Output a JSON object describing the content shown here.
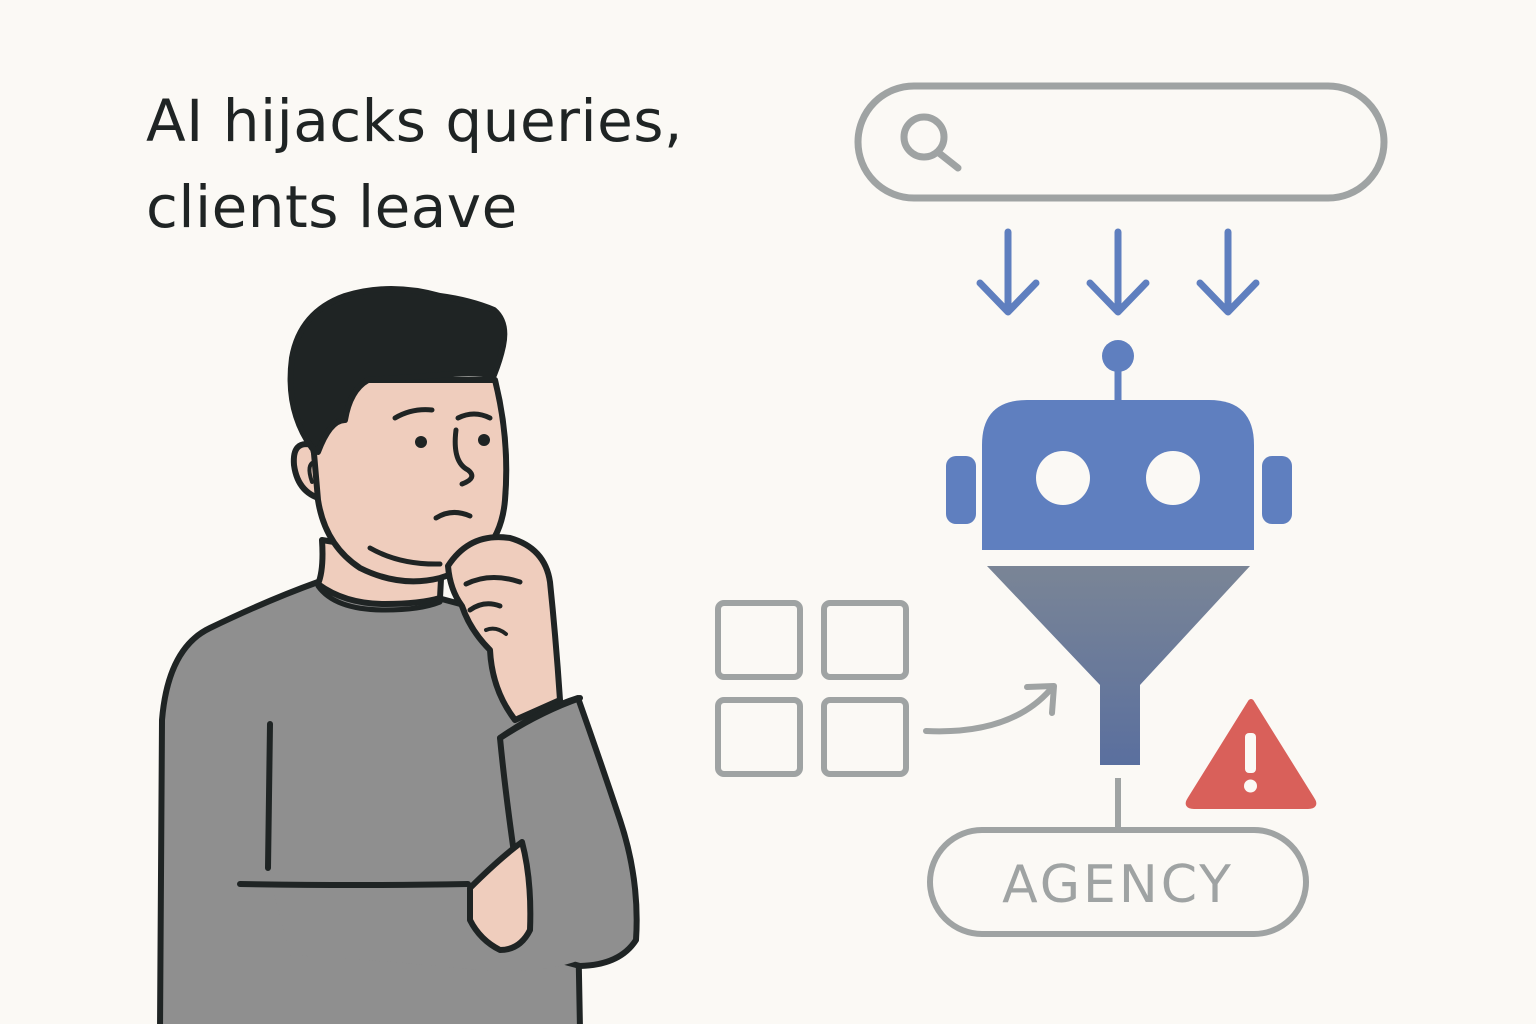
{
  "headline": {
    "line1": "AI hijacks queries,",
    "line2": "clients leave"
  },
  "agency_label": "AGENCY",
  "icons": {
    "search": "magnifier-icon",
    "robot": "robot-icon",
    "funnel": "funnel-icon",
    "warning": "warning-triangle-icon",
    "grid": "grid-icon"
  },
  "colors": {
    "background": "#fbf9f5",
    "outline_gray": "#9fa3a3",
    "robot_blue": "#5f7fbf",
    "warning_red": "#d9605a",
    "shirt_gray": "#8f8f8f",
    "skin": "#efcdbd",
    "ink": "#1f2424"
  }
}
